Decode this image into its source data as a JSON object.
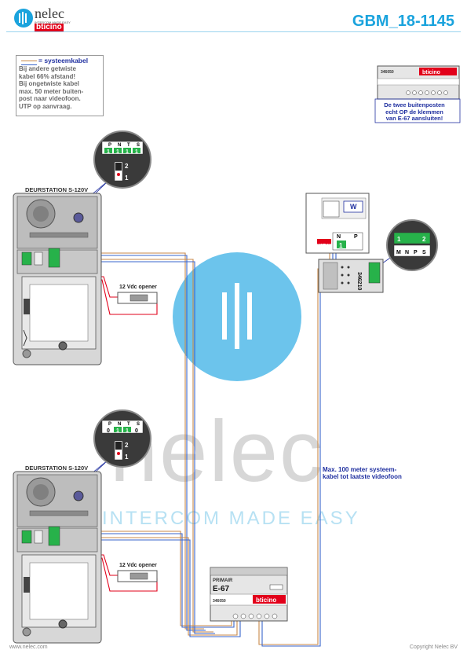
{
  "header": {
    "doc_id": "GBM_18-1145",
    "logo_text": "nelec",
    "logo_tagline": "INTERCOM MADE EASY",
    "logo_brand": "bticino"
  },
  "legend": {
    "title": "= systeemkabel",
    "body": "Bij andere getwiste\nkabel 66% afstand!\nBij ongetwiste kabel\nmax. 50 meter buiten-\npost naar videofoon.\nUTP op aanvraag."
  },
  "notes": {
    "top_right": "De twee buitenposten\necht OP de klemmen\nvan E-67 aansluiten!",
    "middle_right": "Max. 100 meter systeem-\nkabel tot laatste videofoon"
  },
  "door_stations": [
    {
      "title": "DEURSTATION S-120V",
      "jumper_values": [
        "1",
        "1",
        "1",
        "1"
      ]
    },
    {
      "title": "DEURSTATION S-120V",
      "jumper_values": [
        "0",
        "1",
        "1",
        "0"
      ]
    }
  ],
  "jumper_headers": [
    "P",
    "N",
    "T",
    "S"
  ],
  "jumper_numbers": [
    "2",
    "1"
  ],
  "opener_label": "12 Vdc opener",
  "power_supply": {
    "label_primary": "PRIMAIR",
    "model": "E-67",
    "code": "346050",
    "brand": "bticino"
  },
  "top_module": {
    "code": "346050",
    "brand": "bticino"
  },
  "distributor": {
    "code": "346210",
    "off_on": "OFF ON"
  },
  "monitor": {
    "key": "W",
    "np_headers": [
      "N",
      "P"
    ],
    "np_value": "1"
  },
  "zoom_right": {
    "values": [
      "1",
      "2"
    ],
    "headers": [
      "M",
      "N",
      "P",
      "S"
    ]
  },
  "footer": {
    "website": "www.nelec.com",
    "copyright": "Copyright Nelec BV"
  },
  "watermark": {
    "word": "nelec",
    "tagline": "INTERCOM MADE EASY"
  },
  "colors": {
    "accent": "#1aa3dd",
    "cable_orange": "#c88a4a",
    "cable_blue": "#3a66cc",
    "cable_red": "#e2001a",
    "green": "#27b24a",
    "note_blue": "#2030a0"
  }
}
